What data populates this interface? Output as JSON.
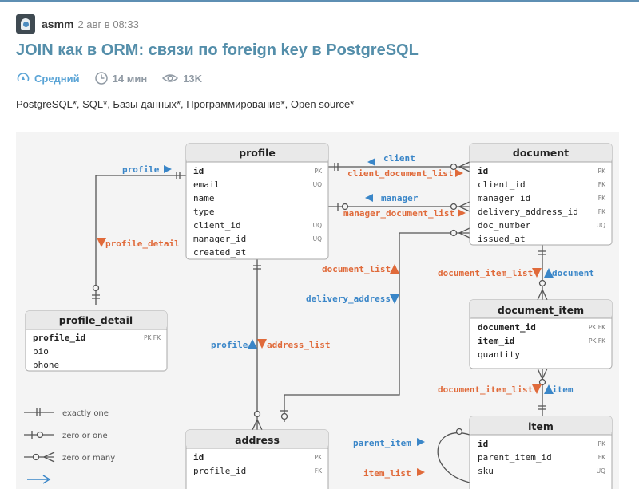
{
  "post": {
    "author": "asmm",
    "time": "2 авг в 08:33",
    "title": "JOIN как в ORM: связи по foreign key в PostgreSQL",
    "level": "Средний",
    "read_time": "14 мин",
    "views": "13K",
    "hubs": [
      "PostgreSQL*",
      "SQL*",
      "Базы данных*",
      "Программирование*",
      "Open source*"
    ]
  },
  "diagram": {
    "entities": {
      "profile": {
        "name": "profile",
        "columns": [
          {
            "name": "id",
            "tag": "PK"
          },
          {
            "name": "email",
            "tag": "UQ"
          },
          {
            "name": "name",
            "tag": ""
          },
          {
            "name": "type",
            "tag": ""
          },
          {
            "name": "client_id",
            "tag": "UQ"
          },
          {
            "name": "manager_id",
            "tag": "UQ"
          },
          {
            "name": "created_at",
            "tag": ""
          }
        ]
      },
      "document": {
        "name": "document",
        "columns": [
          {
            "name": "id",
            "tag": "PK"
          },
          {
            "name": "client_id",
            "tag": "FK"
          },
          {
            "name": "manager_id",
            "tag": "FK"
          },
          {
            "name": "delivery_address_id",
            "tag": "FK"
          },
          {
            "name": "doc_number",
            "tag": "UQ"
          },
          {
            "name": "issued_at",
            "tag": ""
          }
        ]
      },
      "profile_detail": {
        "name": "profile_detail",
        "columns": [
          {
            "name": "profile_id",
            "tag": "PK FK"
          },
          {
            "name": "bio",
            "tag": ""
          },
          {
            "name": "phone",
            "tag": ""
          }
        ]
      },
      "document_item": {
        "name": "document_item",
        "columns": [
          {
            "name": "document_id",
            "tag": "PK FK"
          },
          {
            "name": "item_id",
            "tag": "PK FK"
          },
          {
            "name": "quantity",
            "tag": ""
          }
        ]
      },
      "address": {
        "name": "address",
        "columns": [
          {
            "name": "id",
            "tag": "PK"
          },
          {
            "name": "profile_id",
            "tag": "FK"
          }
        ]
      },
      "item": {
        "name": "item",
        "columns": [
          {
            "name": "id",
            "tag": "PK"
          },
          {
            "name": "parent_item_id",
            "tag": "FK"
          },
          {
            "name": "sku",
            "tag": "UQ"
          }
        ]
      }
    },
    "relations": {
      "profile": "profile",
      "profile_detail": "profile_detail",
      "client": "client",
      "client_document_list": "client_document_list",
      "manager": "manager",
      "manager_document_list": "manager_document_list",
      "document_list": "document_list",
      "delivery_address": "delivery_address",
      "document_item_list_1": "document_item_list",
      "document": "document",
      "profile_2": "profile",
      "address_list": "address_list",
      "document_item_list_2": "document_item_list",
      "item": "item",
      "parent_item": "parent_item",
      "item_list": "item_list"
    },
    "legend": {
      "exactly_one": "exactly one",
      "zero_or_one": "zero or one",
      "zero_or_many": "zero or many"
    },
    "colors": {
      "blue": "#3a86c8",
      "orange": "#e06a3a",
      "title": "#548eaa"
    }
  }
}
